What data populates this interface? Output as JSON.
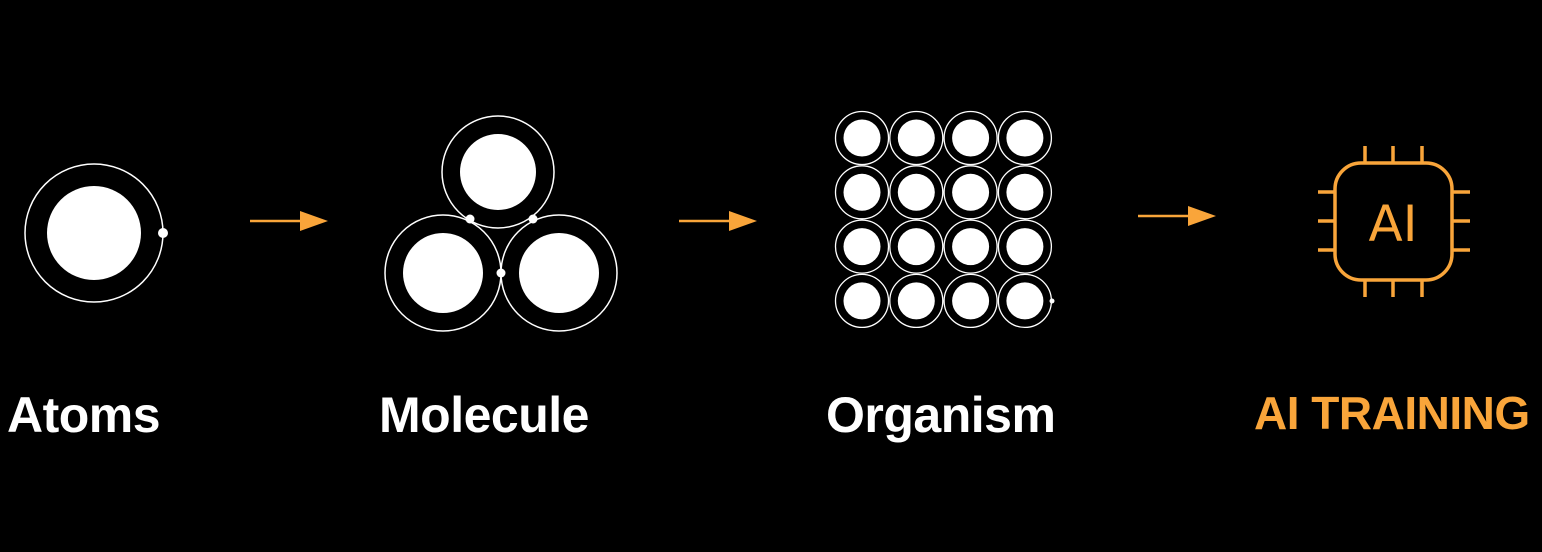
{
  "colors": {
    "background": "#000000",
    "shape": "#ffffff",
    "accent": "#F9A53A"
  },
  "stages": [
    {
      "label": "Atoms",
      "icon": "atom-icon"
    },
    {
      "label": "Molecule",
      "icon": "molecule-icon"
    },
    {
      "label": "Organism",
      "icon": "organism-grid-icon"
    },
    {
      "label": "AI TRAINING",
      "icon": "ai-chip-icon",
      "chip_text": "AI"
    }
  ],
  "arrows": [
    "arrow-right-icon",
    "arrow-right-icon",
    "arrow-right-icon"
  ]
}
